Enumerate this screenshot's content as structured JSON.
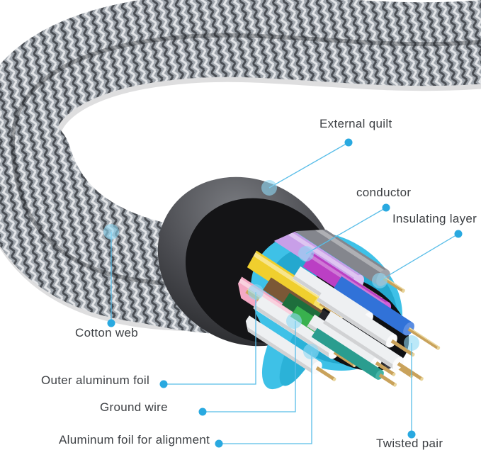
{
  "figure": {
    "type": "labeled-cable-cutaway-diagram",
    "background_color": "#ffffff",
    "accent": {
      "leader_line_color": "#58bde8",
      "label_dot_color": "#29a9e0",
      "target_dot_color": "#8fd9f5",
      "label_text_color": "#3c3f43"
    },
    "labels": [
      {
        "id": "external-quilt",
        "text": "External quilt"
      },
      {
        "id": "conductor",
        "text": "conductor"
      },
      {
        "id": "insulating-layer",
        "text": "Insulating layer"
      },
      {
        "id": "cotton-web",
        "text": "Cotton web"
      },
      {
        "id": "outer-aluminum-foil",
        "text": "Outer aluminum foil"
      },
      {
        "id": "ground-wire",
        "text": "Ground wire"
      },
      {
        "id": "aluminum-foil-for-alignment",
        "text": "Aluminum foil for alignment"
      },
      {
        "id": "twisted-pair",
        "text": "Twisted pair"
      }
    ],
    "cable_parts": {
      "braid_base_color": "#9fa5ac",
      "braid_light_color": "#e3e5e8",
      "braid_dark_color": "#4a4e54",
      "jacket_rim_color": "#6e7076",
      "jacket_color": "#141416",
      "foil_color": "#3ec1e7",
      "foil_shade_color": "#24a8cf",
      "conductor_pin_color": "#c9a25b",
      "wire_colors": {
        "yellow": "#f0cf2e",
        "lavender": "#c89fe8",
        "gray": "#84868d",
        "pink": "#f4a9c4",
        "magenta": "#bb3fc4",
        "white": "#eef0f2",
        "brown": "#7b5836",
        "dark_green": "#1e6e3c",
        "green": "#39b14e",
        "blue": "#3172d8",
        "black": "#26262a",
        "teal": "#2a9d8f"
      }
    }
  }
}
